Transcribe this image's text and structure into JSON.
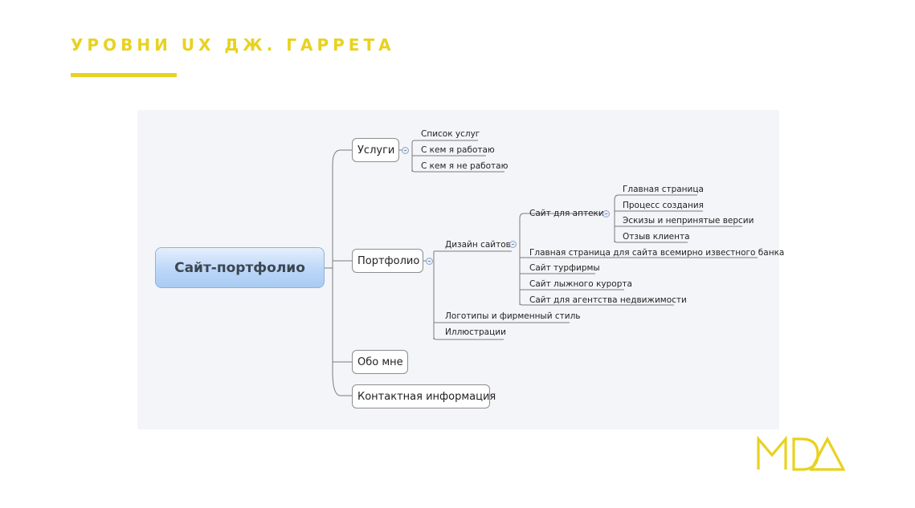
{
  "slide": {
    "title": "УРОВНИ UX ДЖ. ГАРРЕТА",
    "accent_color": "#e8d21f"
  },
  "mindmap": {
    "root": "Сайт-портфолио",
    "services": {
      "label": "Услуги",
      "children": [
        "Список услуг",
        "С кем я работаю",
        "С кем я не работаю"
      ]
    },
    "portfolio": {
      "label": "Портфолио",
      "web_design": {
        "label": "Дизайн сайтов",
        "pharmacy": {
          "label": "Сайт для аптеки",
          "children": [
            "Главная страница",
            "Процесс создания",
            "Эскизы и непринятые версии",
            "Отзыв клиента"
          ]
        },
        "children": [
          "Главная страница для сайта всемирно известного банка",
          "Сайт турфирмы",
          "Сайт лыжного курорта",
          "Сайт для агентства недвижимости"
        ]
      },
      "logos": "Логотипы и фирменный стиль",
      "illustrations": "Иллюстрации"
    },
    "about": "Обо мне",
    "contacts": "Контактная информация"
  },
  "logo": {
    "name": "MDA-logo",
    "color": "#e8d21f"
  }
}
